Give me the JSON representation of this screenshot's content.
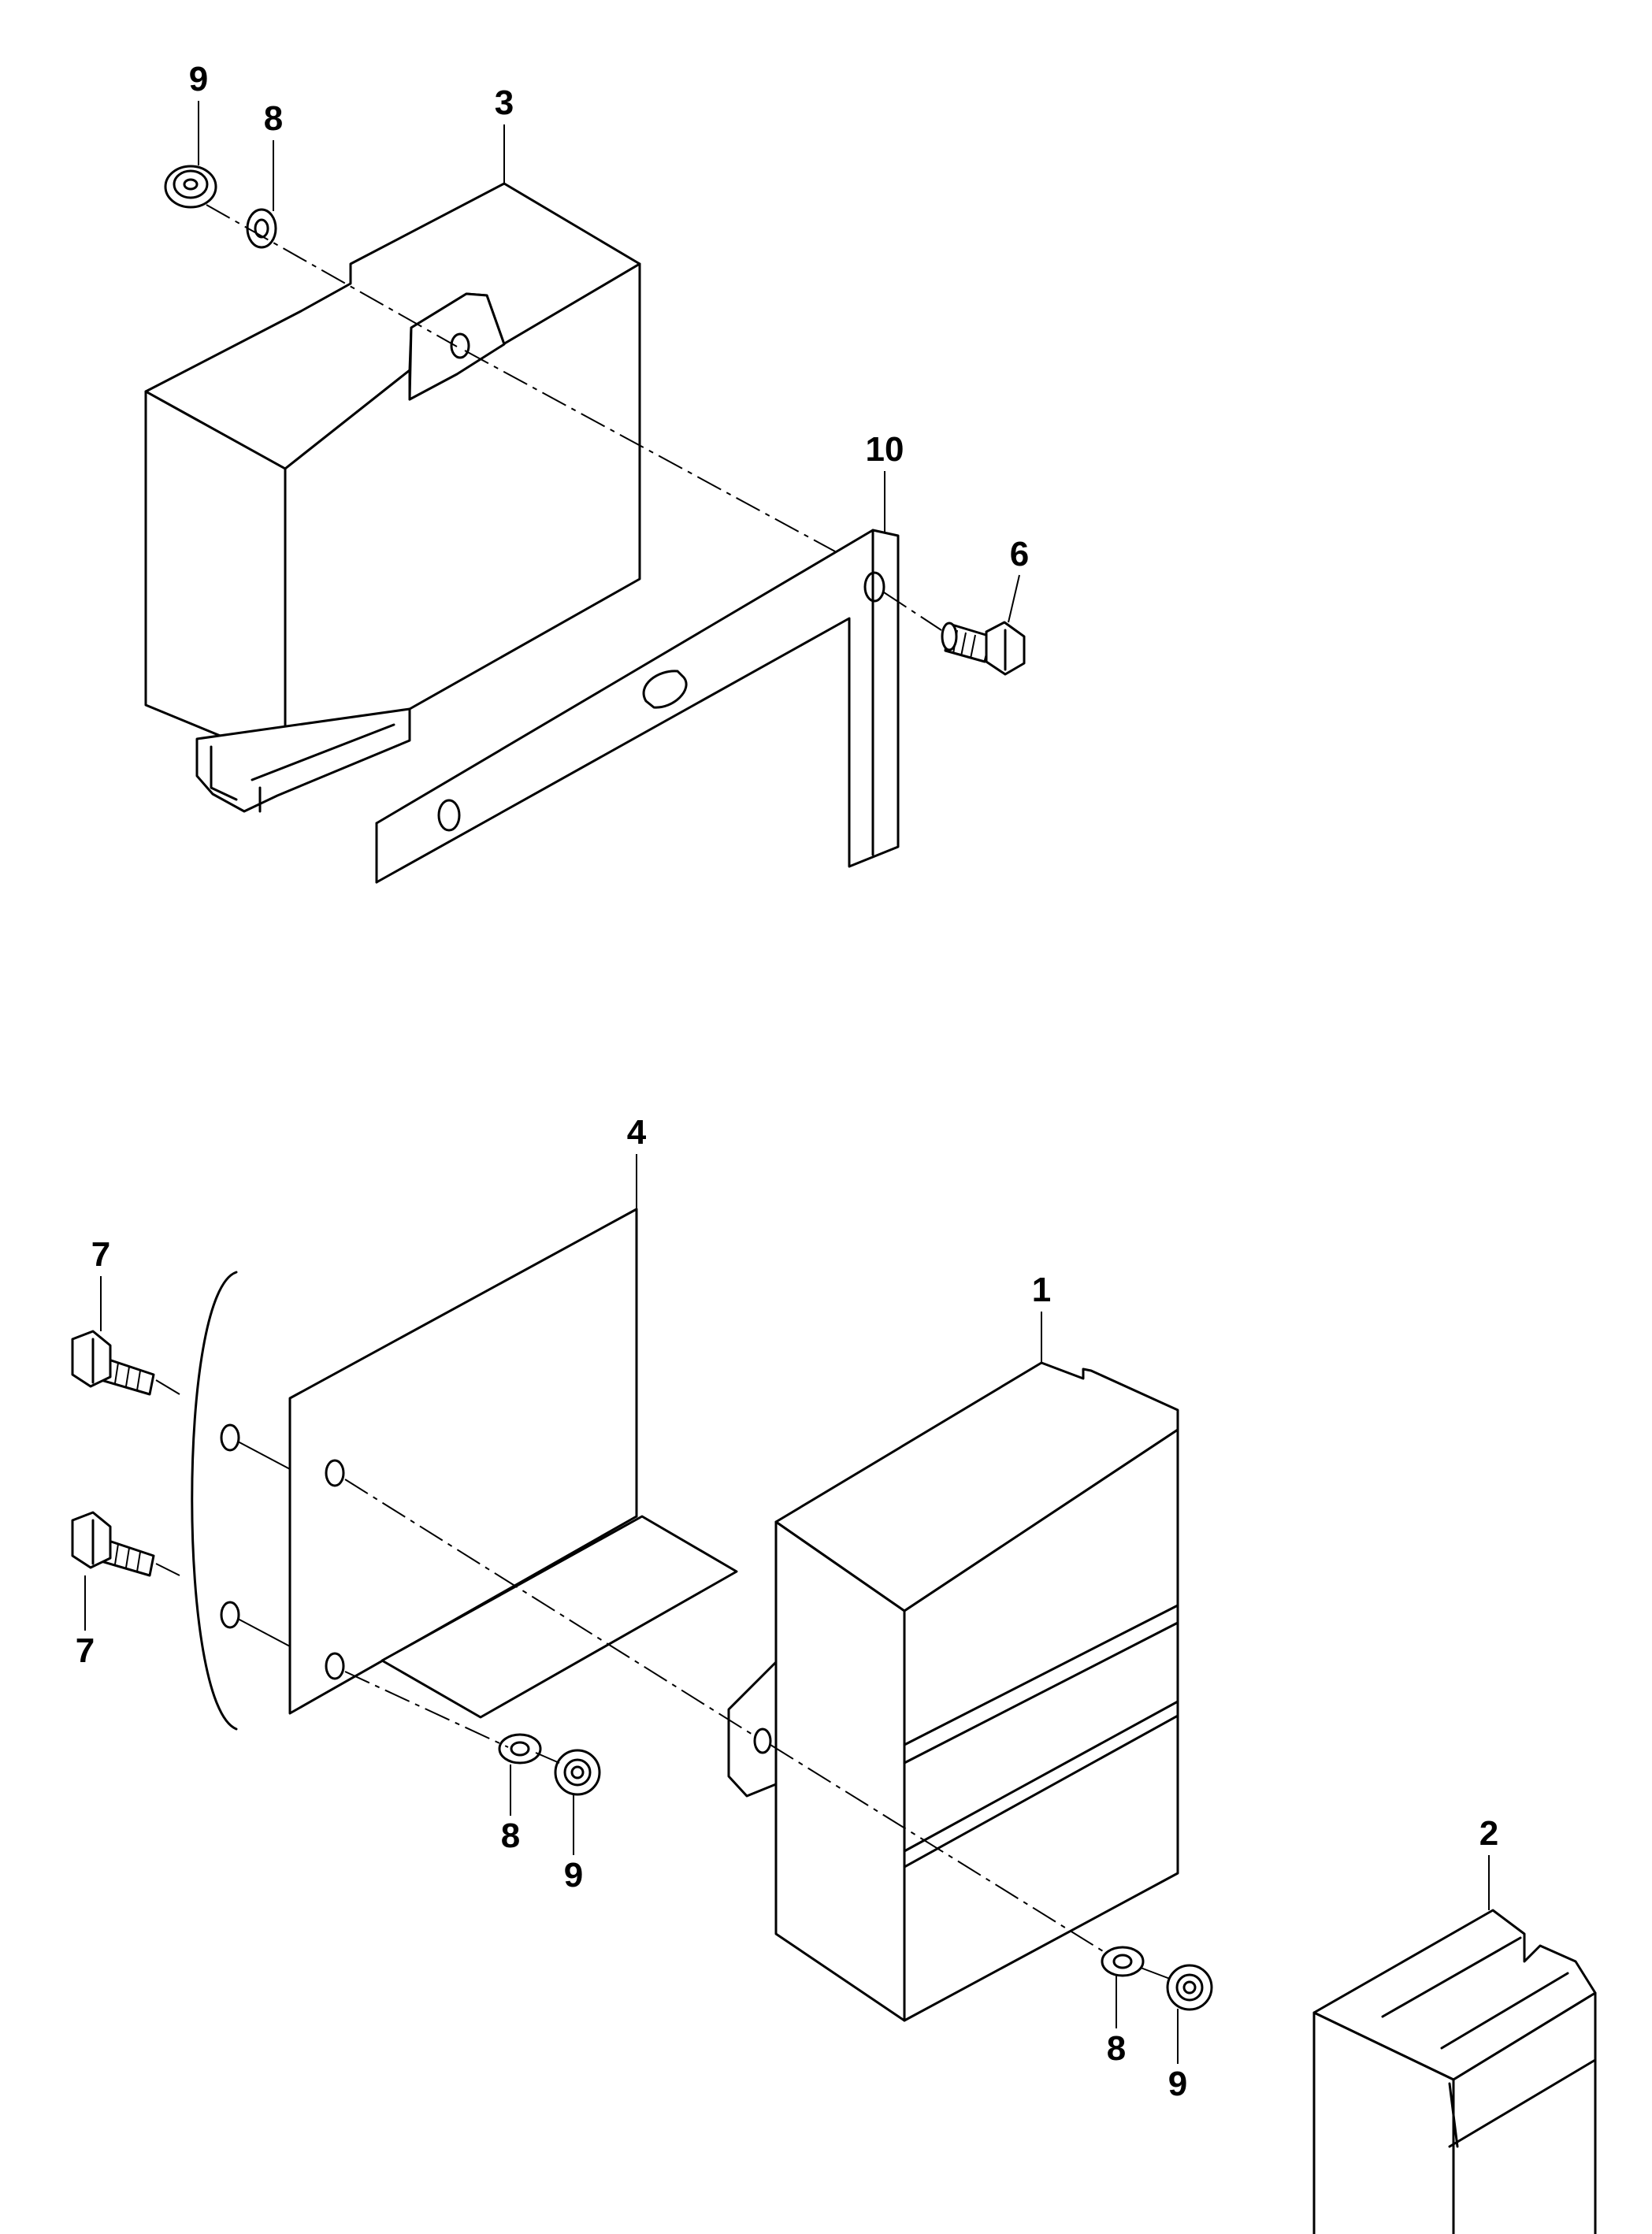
{
  "callouts": [
    {
      "id": "c9a",
      "text": "9"
    },
    {
      "id": "c8a",
      "text": "8"
    },
    {
      "id": "c3",
      "text": "3"
    },
    {
      "id": "c10",
      "text": "10"
    },
    {
      "id": "c6",
      "text": "6"
    },
    {
      "id": "c4",
      "text": "4"
    },
    {
      "id": "c7a",
      "text": "7"
    },
    {
      "id": "c7b",
      "text": "7"
    },
    {
      "id": "c1",
      "text": "1"
    },
    {
      "id": "c2",
      "text": "2"
    },
    {
      "id": "c8b",
      "text": "8"
    },
    {
      "id": "c9b",
      "text": "9"
    },
    {
      "id": "c8c",
      "text": "8"
    },
    {
      "id": "c9c",
      "text": "9"
    }
  ]
}
